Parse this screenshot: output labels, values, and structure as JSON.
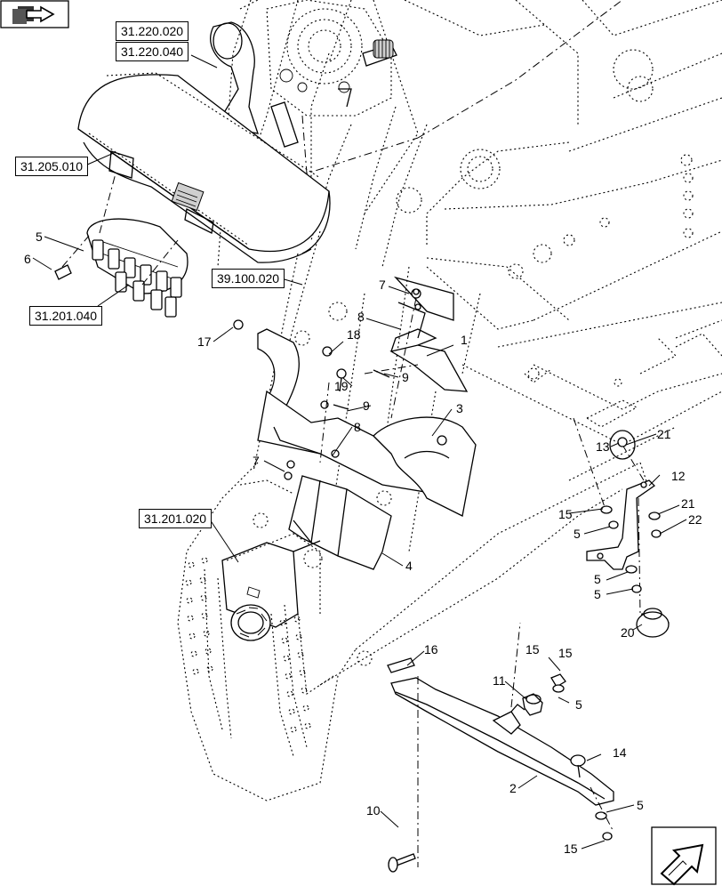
{
  "ref_labels": [
    "31.220.020",
    "31.220.040",
    "31.205.010",
    "39.100.020",
    "31.201.040",
    "31.201.020"
  ],
  "callouts": [
    "1",
    "2",
    "3",
    "4",
    "5",
    "5",
    "5",
    "5",
    "5",
    "5",
    "6",
    "7",
    "7",
    "8",
    "8",
    "9",
    "9",
    "10",
    "11",
    "12",
    "13",
    "14",
    "15",
    "15",
    "15",
    "15",
    "16",
    "17",
    "18",
    "19",
    "20",
    "21",
    "21",
    "22"
  ],
  "icons": {
    "top_left": "book-arrow-icon",
    "bottom_right": "next-page-arrow-icon"
  }
}
